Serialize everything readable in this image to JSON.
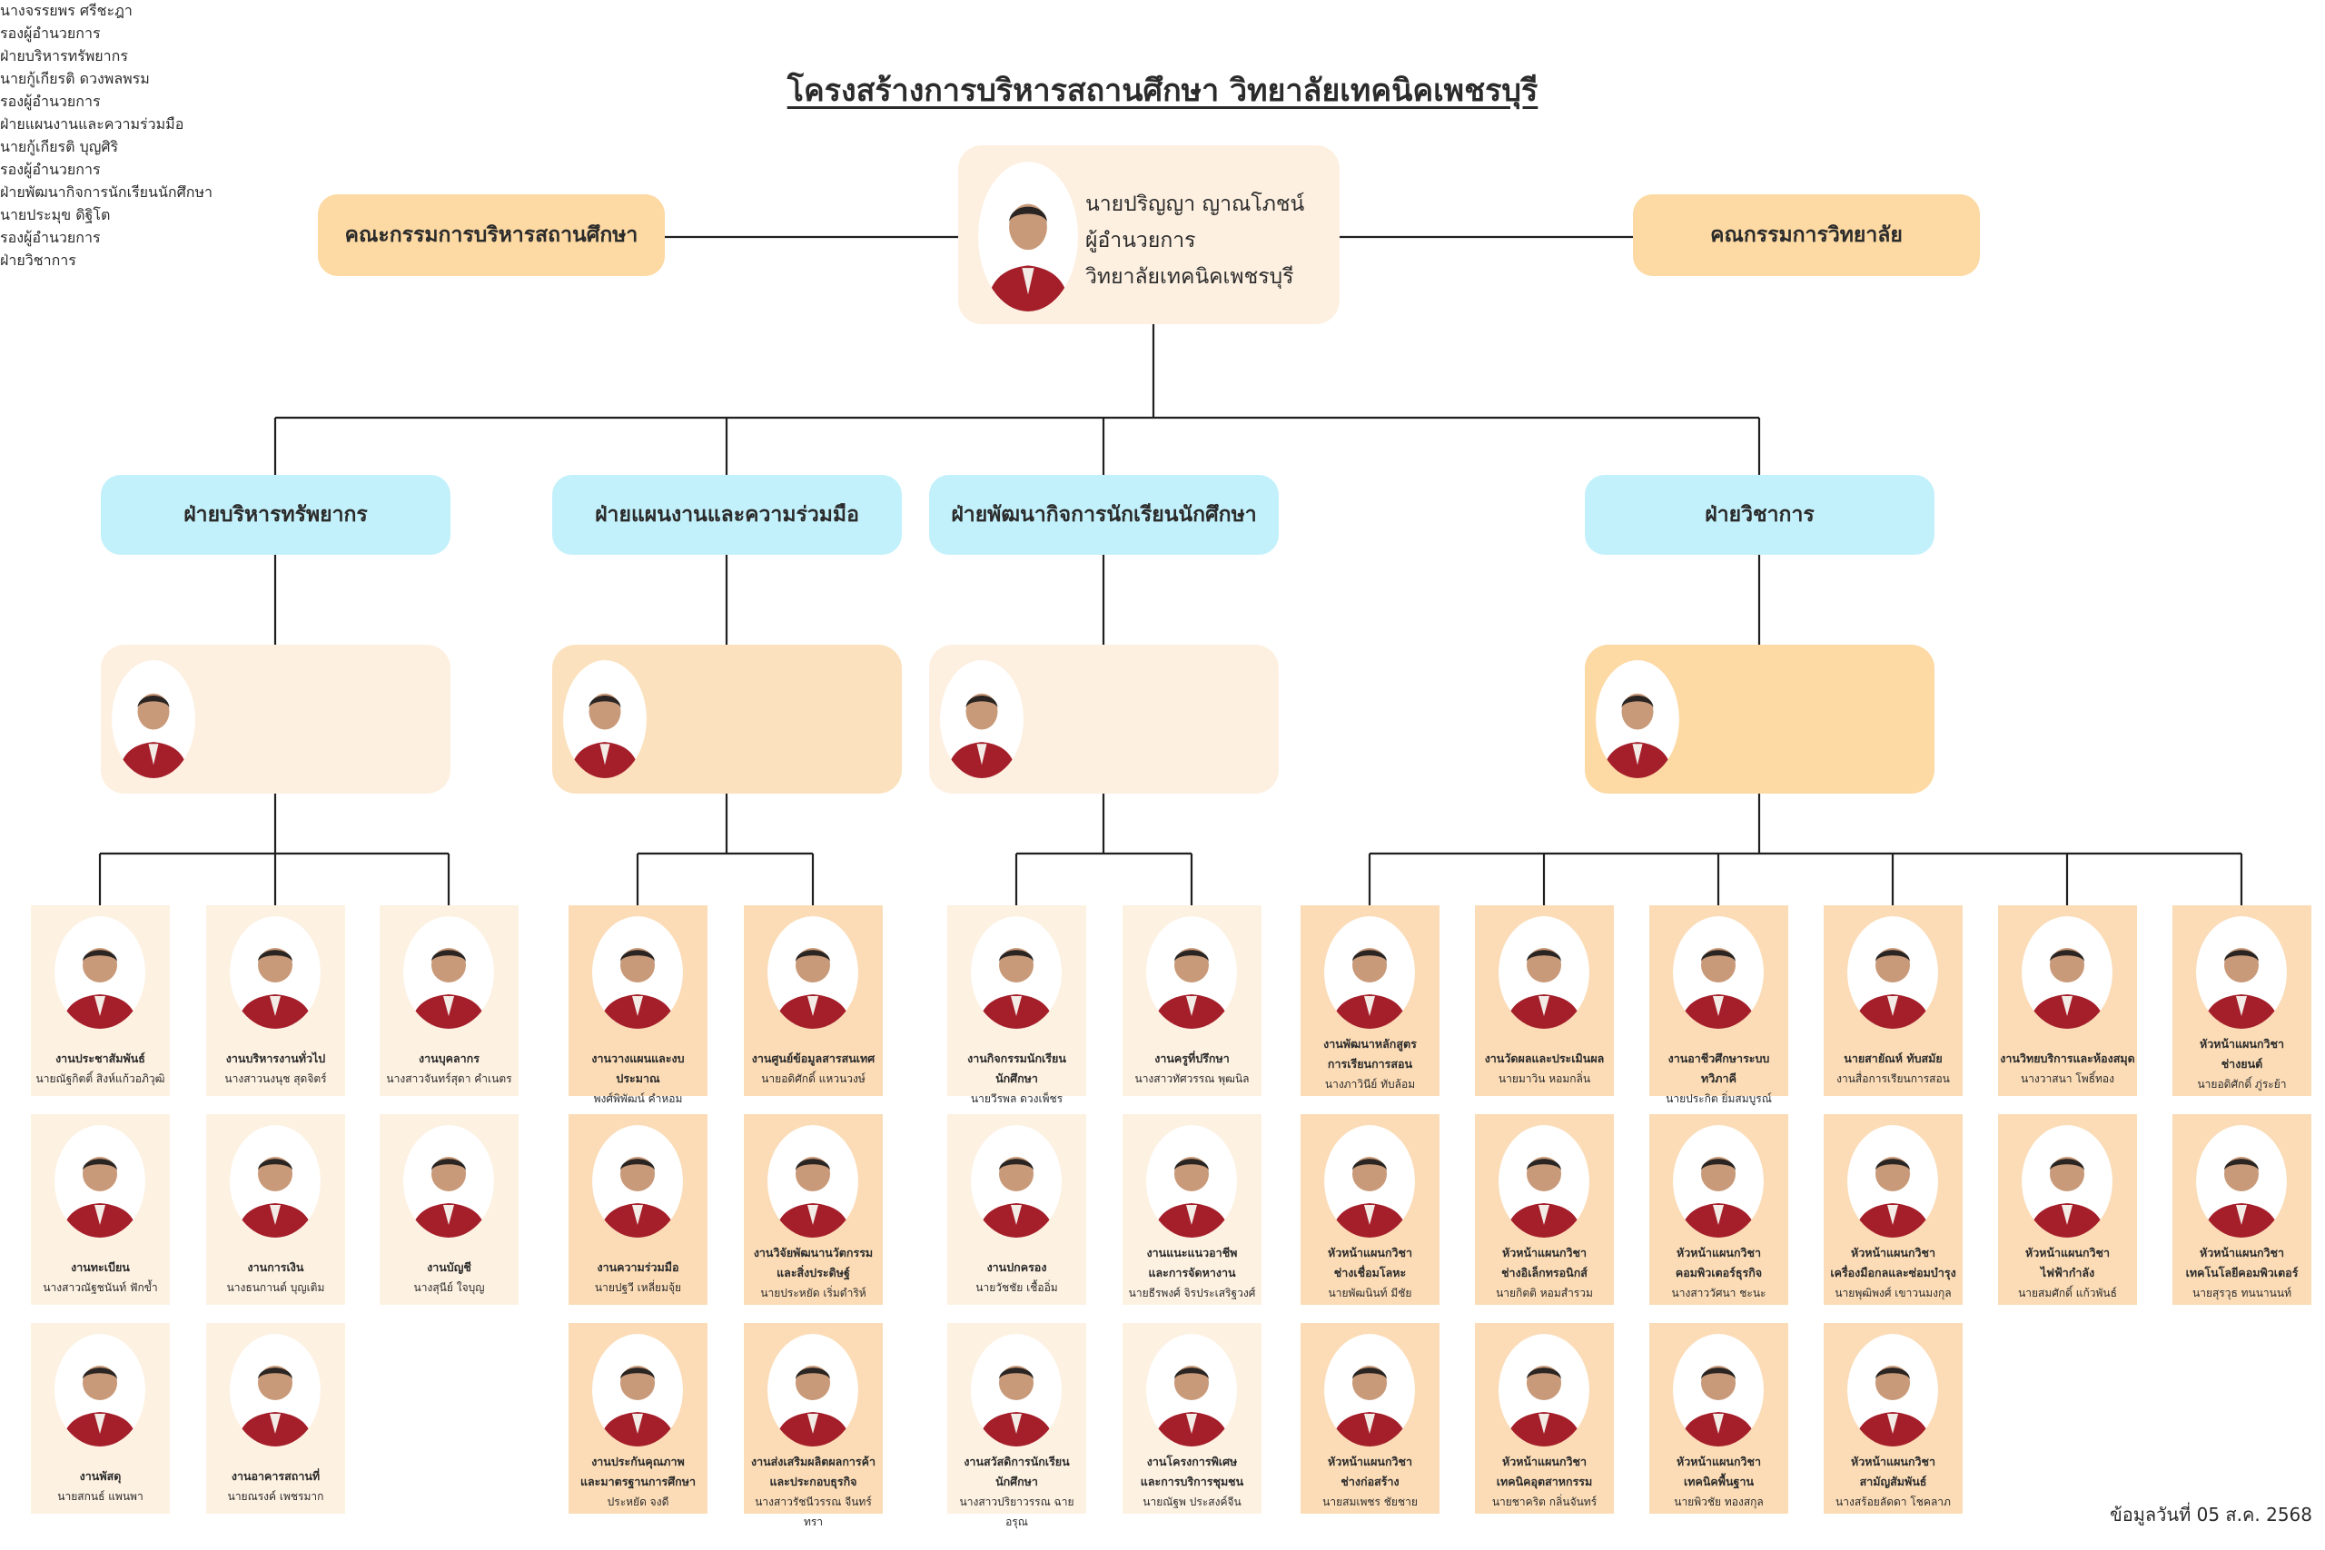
{
  "title": "โครงสร้างการบริหารสถานศึกษา วิทยาลัยเทคนิคเพชรบุรี",
  "director": {
    "name": "นายปริญญา ญาณโภชน์",
    "position": "ผู้อำนวยการ",
    "org": "วิทยาลัยเทคนิคเพชรบุรี"
  },
  "committees": {
    "left": "คณะกรรมการบริหารสถานศึกษา",
    "right": "คณกรรมการวิทยาลัย"
  },
  "departments": [
    {
      "name": "ฝ่ายบริหารทรัพยากร",
      "head": {
        "name": "นางจรรยพร ศรีชะฎา",
        "position": "รองผู้อำนวยการ",
        "unit": "ฝ่ายบริหารทรัพยากร"
      },
      "units": [
        {
          "job": [
            "งานประชาสัมพันธ์"
          ],
          "person": "นายณัฐกิตติ์ สิงห์แก้วอภิวุฒิ"
        },
        {
          "job": [
            "งานบริหารงานทั่วไป"
          ],
          "person": "นางสาวนงนุช สุดจิตร์"
        },
        {
          "job": [
            "งานบุคลากร"
          ],
          "person": "นางสาวจันทร์สุดา คำเนตร"
        },
        {
          "job": [
            "งานทะเบียน"
          ],
          "person": "นางสาวณัฐชนันท์ ฟักข้ำ"
        },
        {
          "job": [
            "งานการเงิน"
          ],
          "person": "นางธนกานต์ บุญเติม"
        },
        {
          "job": [
            "งานบัญชี"
          ],
          "person": "นางสุนีย์ ใจบุญ"
        },
        {
          "job": [
            "งานพัสดุ"
          ],
          "person": "นายสกนธ์ แพนพา"
        },
        {
          "job": [
            "งานอาคารสถานที่"
          ],
          "person": "นายณรงค์ เพชรมาก"
        }
      ]
    },
    {
      "name": "ฝ่ายแผนงานและความร่วมมือ",
      "head": {
        "name": "นายกู้เกียรติ ดวงพลพรม",
        "position": "รองผู้อำนวยการ",
        "unit": "ฝ่ายแผนงานและความร่วมมือ"
      },
      "units": [
        {
          "job": [
            "งานวางแผนและงบประมาณ"
          ],
          "person": "พงศ์พิพัฒน์ คำหอม"
        },
        {
          "job": [
            "งานศูนย์ข้อมูลสารสนเทศ"
          ],
          "person": "นายอดิศักดิ์ แหวนวงษ์"
        },
        {
          "job": [
            "งานความร่วมมือ"
          ],
          "person": "นายปฐวี เหลี่ยมจุ้ย"
        },
        {
          "job": [
            "งานวิจัยพัฒนานวัตกรรม",
            "และสิ่งประดิษฐ์"
          ],
          "person": "นายประหยัด เริ่มดำริห์"
        },
        {
          "job": [
            "งานประกันคุณภาพ",
            "และมาตรฐานการศึกษา"
          ],
          "person": "ประหยัด จงดี"
        },
        {
          "job": [
            "งานส่งเสริมผลิตผลการค้า",
            "และประกอบธุรกิจ"
          ],
          "person": "นางสาวรัชนีวรรณ จีนทร์ทรา"
        }
      ]
    },
    {
      "name": "ฝ่ายพัฒนากิจการนักเรียนนักศึกษา",
      "head": {
        "name": "นายกู้เกียรติ บุญศิริ",
        "position": "รองผู้อำนวยการ",
        "unit": "ฝ่ายพัฒนากิจการนักเรียนนักศึกษา"
      },
      "units": [
        {
          "job": [
            "งานกิจกรรมนักเรียนนักศึกษา"
          ],
          "person": "นายวีรพล ดวงเพ็ชร"
        },
        {
          "job": [
            "งานครูที่ปรึกษา"
          ],
          "person": "นางสาวทัศวรรณ พุฒนิล"
        },
        {
          "job": [
            "งานปกครอง"
          ],
          "person": "นายวัชชัย เชื้ออิ่ม"
        },
        {
          "job": [
            "งานแนะแนวอาชีพ",
            "และการจัดหางาน"
          ],
          "person": "นายธีรพงศ์ จิรประเสริฐวงศ์"
        },
        {
          "job": [
            "งานสวัสดิการนักเรียน",
            "นักศึกษา"
          ],
          "person": "นางสาวปริยาวรรณ ฉายอรุณ"
        },
        {
          "job": [
            "งานโครงการพิเศษ",
            "และการบริการชุมชน"
          ],
          "person": "นายณัฐพ ประสงค์จีน"
        }
      ]
    },
    {
      "name": "ฝ่ายวิชาการ",
      "head": {
        "name": "นายประมุข ดิฐิโต",
        "position": "รองผู้อำนวยการ",
        "unit": "ฝ่ายวิชาการ"
      },
      "units": [
        {
          "job": [
            "งานพัฒนาหลักสูตร",
            "การเรียนการสอน"
          ],
          "person": "นางภาวินีย์ ทับล้อม"
        },
        {
          "job": [
            "งานวัดผลและประเมินผล"
          ],
          "person": "นายมาวิน หอมกลิ่น"
        },
        {
          "job": [
            "งานอาชีวศึกษาระบบทวิภาคี"
          ],
          "person": "นายประกิต ยิ่มสมบูรณ์"
        },
        {
          "job": [
            "นายสายัณห์ ทับสมัย"
          ],
          "person": "งานสื่อการเรียนการสอน"
        },
        {
          "job": [
            "งานวิทยบริการและห้องสมุด"
          ],
          "person": "นางวาสนา โพธิ์ทอง"
        },
        {
          "job": [
            "หัวหน้าแผนกวิชา",
            "ช่างยนต์"
          ],
          "person": "นายอดิศักดิ์ ภู่ระย้า"
        },
        {
          "job": [
            "หัวหน้าแผนกวิชา",
            "ช่างเชื่อมโลหะ"
          ],
          "person": "นายพัฒนินท์ มีชัย"
        },
        {
          "job": [
            "หัวหน้าแผนกวิชา",
            "ช่างอิเล็กทรอนิกส์"
          ],
          "person": "นายกิตติ หอมสำรวม"
        },
        {
          "job": [
            "หัวหน้าแผนกวิชา",
            "คอมพิวเตอร์ธุรกิจ"
          ],
          "person": "นางสาววัศนา ชะนะ"
        },
        {
          "job": [
            "หัวหน้าแผนกวิชา",
            "เครื่องมือกลและซ่อมบำรุง"
          ],
          "person": "นายพุฒิพงศ์ เขาวนมงกุล"
        },
        {
          "job": [
            "หัวหน้าแผนกวิชา",
            "ไฟฟ้ากำลัง"
          ],
          "person": "นายสมศักดิ์ แก้วพันธ์"
        },
        {
          "job": [
            "หัวหน้าแผนกวิชา",
            "เทคโนโลยีคอมพิวเตอร์"
          ],
          "person": "นายสุรวุธ ทนนานนท์"
        },
        {
          "job": [
            "หัวหน้าแผนกวิชา",
            "ช่างก่อสร้าง"
          ],
          "person": "นายสมเพชร ชัยชาย"
        },
        {
          "job": [
            "หัวหน้าแผนกวิชา",
            "เทคนิคอุตสาหกรรม"
          ],
          "person": "นายชาคริต กลิ่นจันทร์"
        },
        {
          "job": [
            "หัวหน้าแผนกวิชา",
            "เทคนิคพื้นฐาน"
          ],
          "person": "นายพิวชัย ทองสกุล"
        },
        {
          "job": [
            "หัวหน้าแผนกวิชา",
            "สามัญสัมพันธ์"
          ],
          "person": "นางสร้อยลัดดา โชคลาภ"
        }
      ]
    }
  ],
  "footnote": "ข้อมูลวันที่ 05 ส.ค. 2568",
  "colors": {
    "committee": "#fdd9a3",
    "department": "#c3f1fb",
    "card_light": "#fdf1e2",
    "card_dark": "#fbdcb7",
    "uniform": "#a51f2b"
  }
}
